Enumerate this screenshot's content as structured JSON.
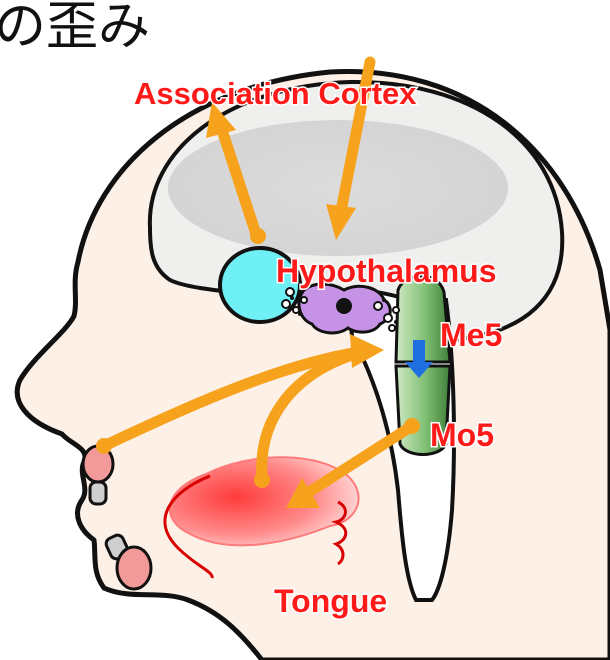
{
  "title_fragment": "の歪み",
  "labels": {
    "association_cortex": "Association Cortex",
    "hypothalamus": "Hypothalamus",
    "me5": "Me5",
    "mo5": "Mo5",
    "tongue": "Tongue"
  },
  "colors": {
    "skin": "#fdf0e6",
    "brain": "#efefed",
    "inner_brain": "#dcdcdc",
    "blue_nucleus": "#6ff0f5",
    "purple_nucleus": "#c692e6",
    "brainstem_green": "#7fbf73",
    "arrow_orange": "#f7a21d",
    "label_red": "#ff1a1a",
    "small_arrow_blue": "#1f6fe0",
    "tongue_red": "#ff5f5f",
    "lip_pink": "#f29a9a"
  }
}
